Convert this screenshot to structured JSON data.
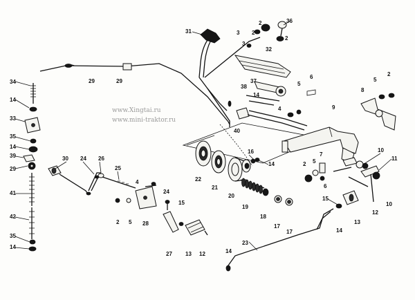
{
  "watermark": {
    "line1": "www.Xingtai.ru",
    "line2": "www.mini-traktor.ru"
  },
  "callouts": [
    {
      "id": "c36",
      "label": "36"
    },
    {
      "id": "c2a",
      "label": "2"
    },
    {
      "id": "c31",
      "label": "31"
    },
    {
      "id": "c3a",
      "label": "3"
    },
    {
      "id": "c2b",
      "label": "2"
    },
    {
      "id": "c3b",
      "label": "3"
    },
    {
      "id": "c2c",
      "label": "2"
    },
    {
      "id": "c32",
      "label": "32"
    },
    {
      "id": "c37",
      "label": "37"
    },
    {
      "id": "c38",
      "label": "38"
    },
    {
      "id": "c14a",
      "label": "14"
    },
    {
      "id": "c40",
      "label": "40"
    },
    {
      "id": "c6a",
      "label": "6"
    },
    {
      "id": "c5a",
      "label": "5"
    },
    {
      "id": "c4a",
      "label": "4"
    },
    {
      "id": "c2d",
      "label": "2"
    },
    {
      "id": "c5b",
      "label": "5"
    },
    {
      "id": "c8",
      "label": "8"
    },
    {
      "id": "c9",
      "label": "9"
    },
    {
      "id": "c29a",
      "label": "29"
    },
    {
      "id": "c29b",
      "label": "29"
    },
    {
      "id": "c34",
      "label": "34"
    },
    {
      "id": "c14b",
      "label": "14"
    },
    {
      "id": "c33",
      "label": "33"
    },
    {
      "id": "c35a",
      "label": "35"
    },
    {
      "id": "c14c",
      "label": "14"
    },
    {
      "id": "c39",
      "label": "39"
    },
    {
      "id": "c29c",
      "label": "29"
    },
    {
      "id": "c41",
      "label": "41"
    },
    {
      "id": "c42",
      "label": "42"
    },
    {
      "id": "c35b",
      "label": "35"
    },
    {
      "id": "c14d",
      "label": "14"
    },
    {
      "id": "c30",
      "label": "30"
    },
    {
      "id": "c24a",
      "label": "24"
    },
    {
      "id": "c26",
      "label": "26"
    },
    {
      "id": "c25",
      "label": "25"
    },
    {
      "id": "c22",
      "label": "22"
    },
    {
      "id": "c21",
      "label": "21"
    },
    {
      "id": "c20",
      "label": "20"
    },
    {
      "id": "c16",
      "label": "16"
    },
    {
      "id": "c14e",
      "label": "14"
    },
    {
      "id": "c19",
      "label": "19"
    },
    {
      "id": "c18",
      "label": "18"
    },
    {
      "id": "c17a",
      "label": "17"
    },
    {
      "id": "c17b",
      "label": "17"
    },
    {
      "id": "c4b",
      "label": "4"
    },
    {
      "id": "c2e",
      "label": "2"
    },
    {
      "id": "c5c",
      "label": "5"
    },
    {
      "id": "c28",
      "label": "28"
    },
    {
      "id": "c24b",
      "label": "24"
    },
    {
      "id": "c15a",
      "label": "15"
    },
    {
      "id": "c27",
      "label": "27"
    },
    {
      "id": "c13a",
      "label": "13"
    },
    {
      "id": "c12a",
      "label": "12"
    },
    {
      "id": "c23",
      "label": "23"
    },
    {
      "id": "c14f",
      "label": "14"
    },
    {
      "id": "c2f",
      "label": "2"
    },
    {
      "id": "c5d",
      "label": "5"
    },
    {
      "id": "c7",
      "label": "7"
    },
    {
      "id": "c6b",
      "label": "6"
    },
    {
      "id": "c10a",
      "label": "10"
    },
    {
      "id": "c11",
      "label": "11"
    },
    {
      "id": "c10b",
      "label": "10"
    },
    {
      "id": "c15b",
      "label": "15"
    },
    {
      "id": "c12b",
      "label": "12"
    },
    {
      "id": "c14g",
      "label": "14"
    },
    {
      "id": "c13b",
      "label": "13"
    }
  ]
}
